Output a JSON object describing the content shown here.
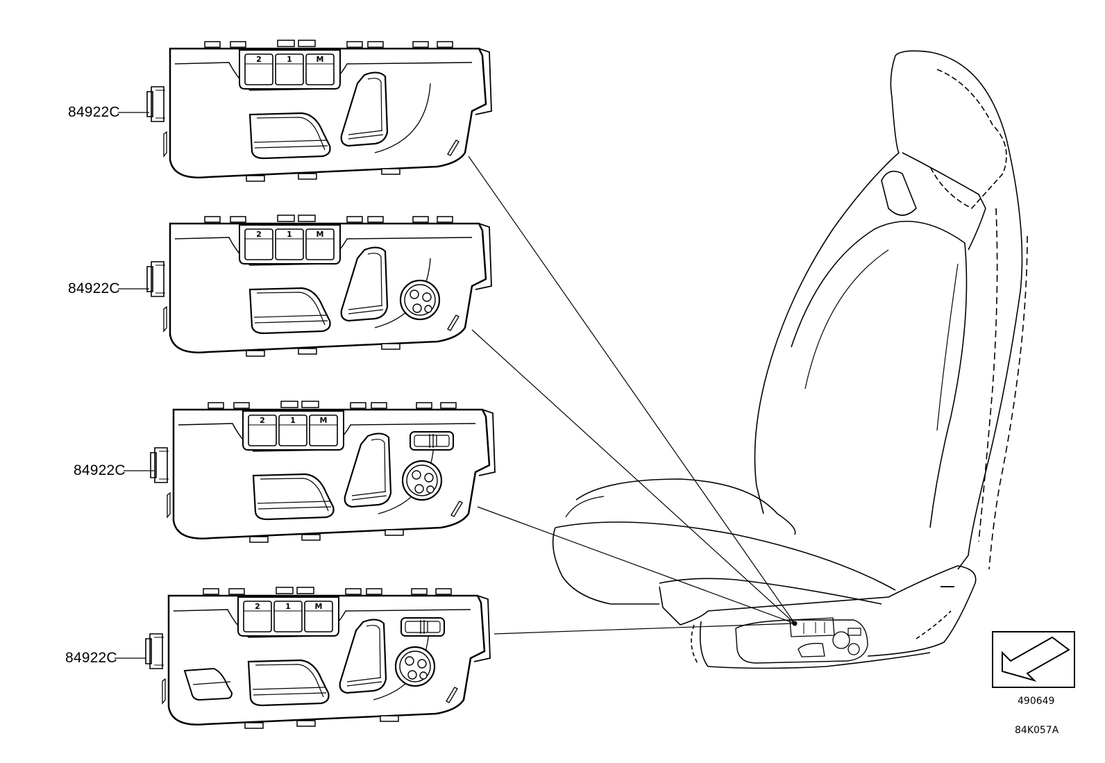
{
  "part_number": "84922C",
  "button_labels": [
    "2",
    "1",
    "M"
  ],
  "reference_number": "490649",
  "diagram_code": "84K057A",
  "switches": [
    {
      "label": "84922C",
      "massage_knob": false,
      "lumbar_switch": false,
      "extra_button": false
    },
    {
      "label": "84922C",
      "massage_knob": true,
      "lumbar_switch": false,
      "extra_button": false
    },
    {
      "label": "84922C",
      "massage_knob": true,
      "lumbar_switch": true,
      "extra_button": false
    },
    {
      "label": "84922C",
      "massage_knob": true,
      "lumbar_switch": true,
      "extra_button": true
    }
  ],
  "colors": {
    "line": "#000000",
    "background": "#ffffff"
  }
}
